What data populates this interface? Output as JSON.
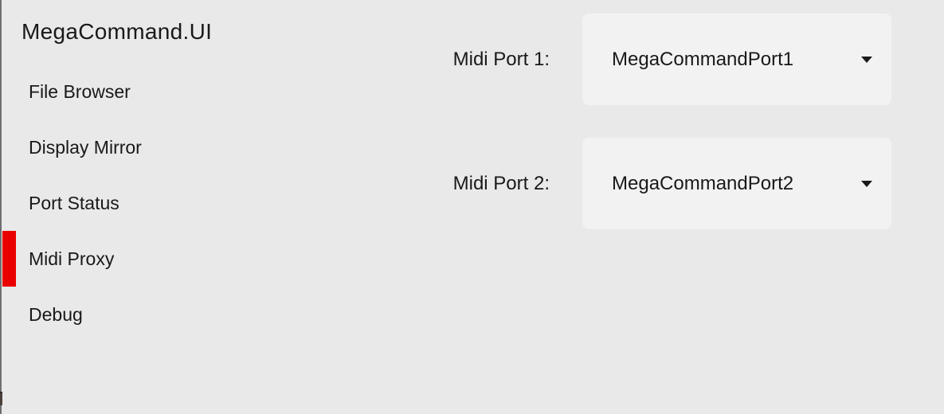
{
  "window": {
    "title": "MegaCommand.UI"
  },
  "sidebar": {
    "items": [
      {
        "label": "File Browser",
        "selected": false
      },
      {
        "label": "Display Mirror",
        "selected": false
      },
      {
        "label": "Port Status",
        "selected": false
      },
      {
        "label": "Midi Proxy",
        "selected": true
      },
      {
        "label": "Debug",
        "selected": false
      }
    ],
    "selection_color": "#EB0000"
  },
  "main": {
    "fields": [
      {
        "label": "Midi Port 1:",
        "value": "MegaCommandPort1"
      },
      {
        "label": "Midi Port 2:",
        "value": "MegaCommandPort2"
      }
    ]
  },
  "colors": {
    "background": "#E9E9E9",
    "combobox_fill": "#F2F2F2",
    "text": "#1A1A1A",
    "selection_accent": "#EB0000",
    "window_edge": "#6E6E6E"
  }
}
